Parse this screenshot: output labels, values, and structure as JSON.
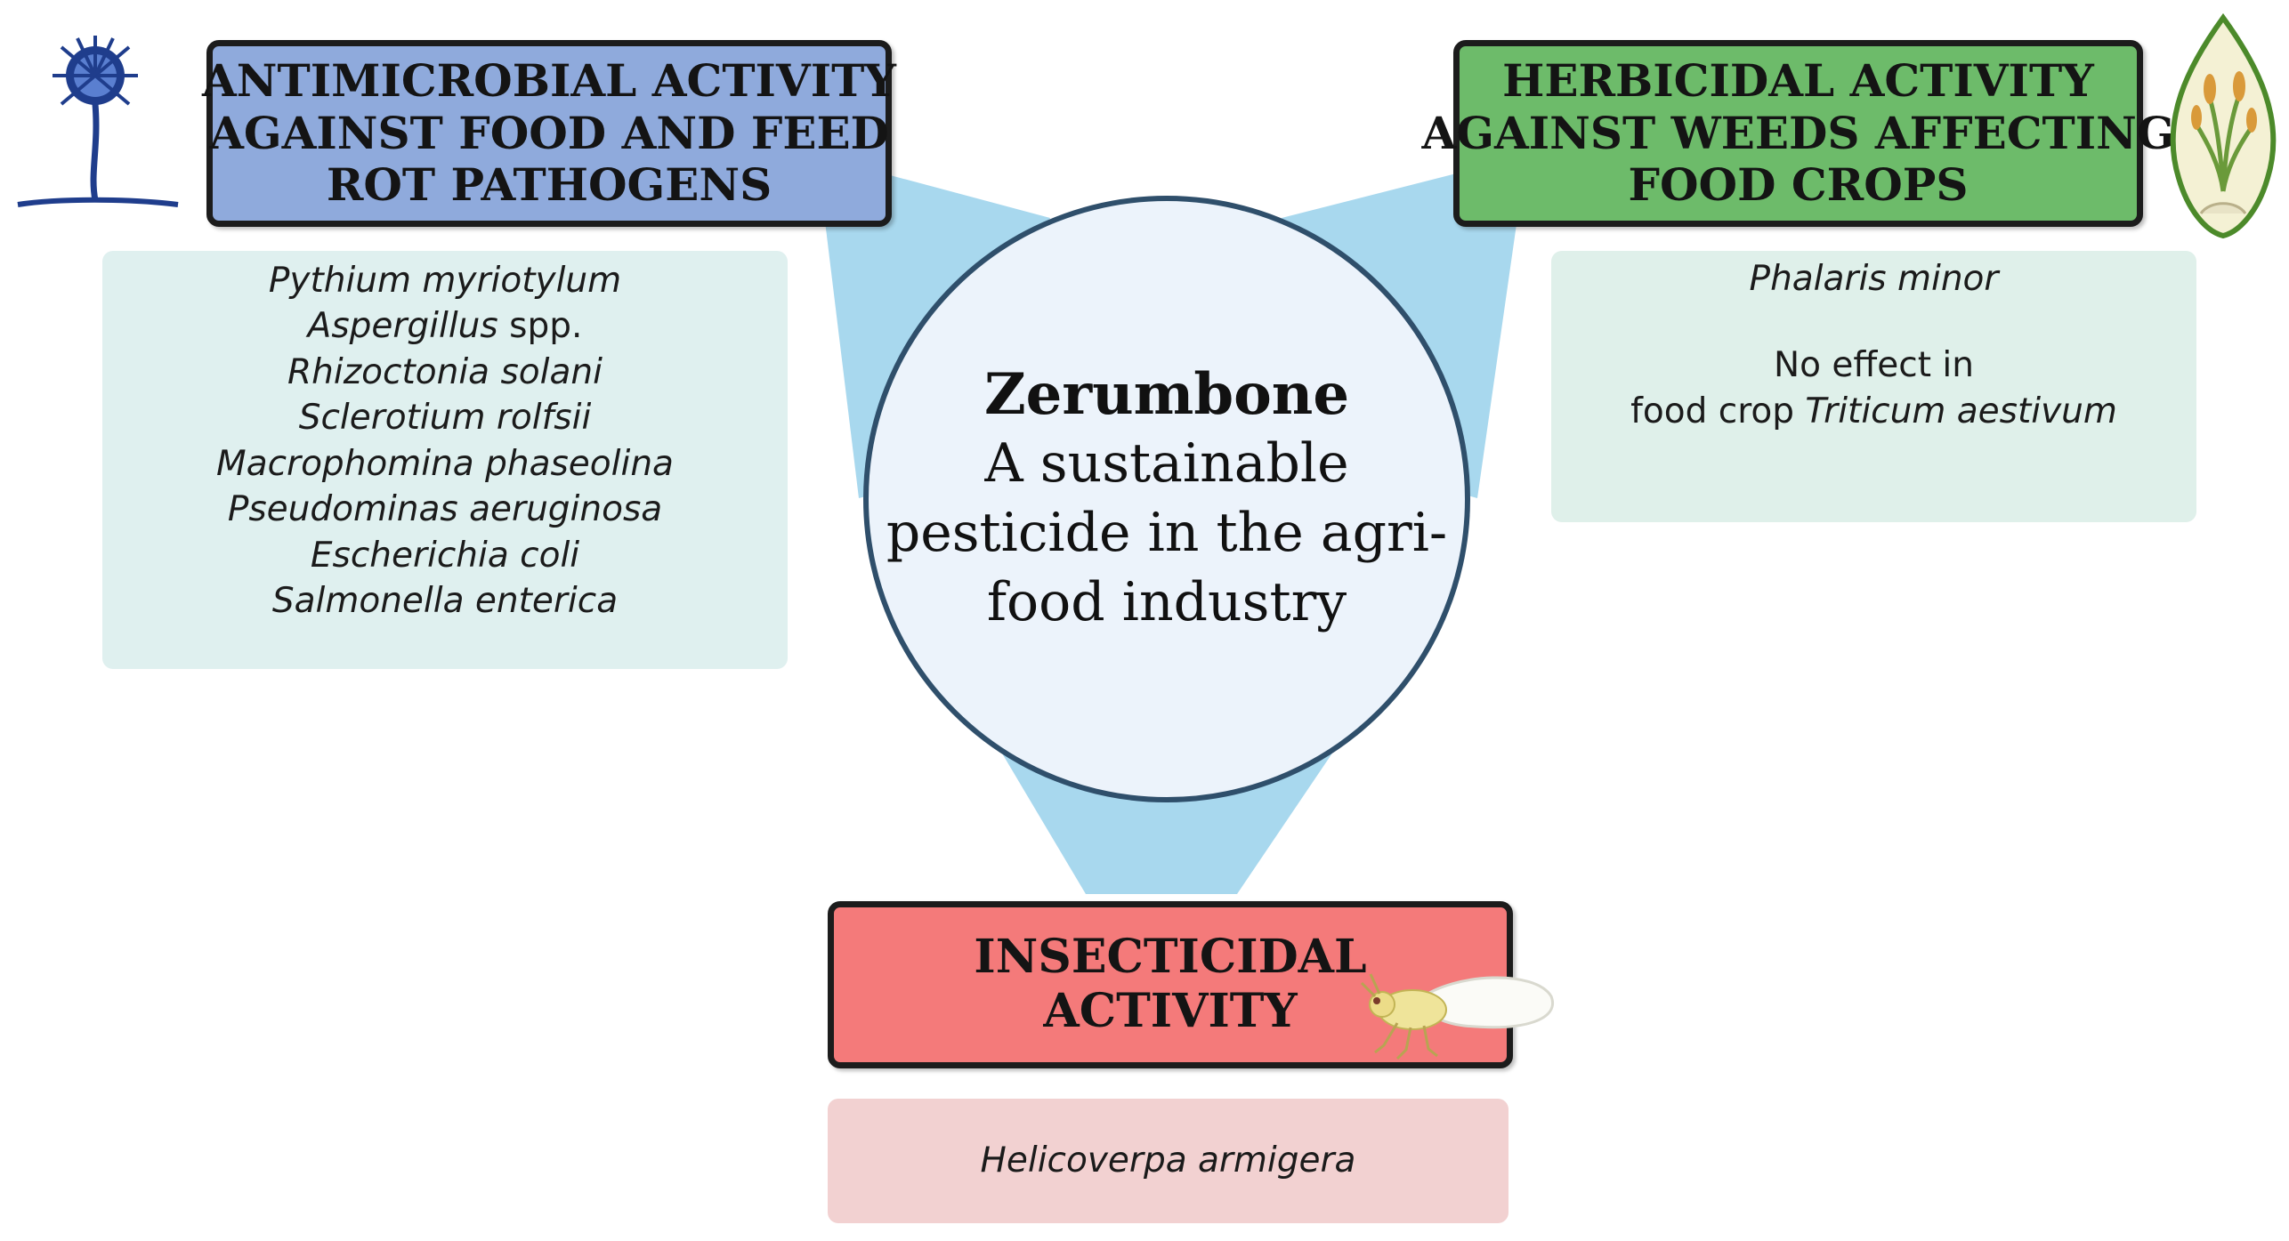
{
  "center": {
    "heading": "Zerumbone",
    "lines": [
      "A sustainable",
      "pesticide in the agri-",
      "food industry"
    ]
  },
  "antimicrobial": {
    "title_lines": [
      "ANTIMICROBIAL ACTIVITY",
      "AGAINST FOOD AND FEED",
      "ROT PATHOGENS"
    ],
    "organisms": [
      {
        "name": "Pythium myriotylum",
        "suffix": ""
      },
      {
        "name": "Aspergillus",
        "suffix": " spp."
      },
      {
        "name": "Rhizoctonia solani",
        "suffix": ""
      },
      {
        "name": "Sclerotium rolfsii",
        "suffix": ""
      },
      {
        "name": "Macrophomina phaseolina",
        "suffix": ""
      },
      {
        "name": "Pseudominas aeruginosa",
        "suffix": ""
      },
      {
        "name": "Escherichia coli",
        "suffix": ""
      },
      {
        "name": "Salmonella enterica",
        "suffix": ""
      }
    ]
  },
  "herbicidal": {
    "title_lines": [
      "HERBICIDAL ACTIVITY",
      "AGAINST WEEDS AFFECTING",
      "FOOD CROPS"
    ],
    "target": "Phalaris minor",
    "no_effect_line1": "No effect in",
    "no_effect_prefix": "food crop ",
    "no_effect_species": "Triticum aestivum"
  },
  "insecticidal": {
    "title_lines": [
      "INSECTICIDAL",
      "ACTIVITY"
    ],
    "target": "Helicoverpa armigera"
  },
  "icons": {
    "fungus": "fungus-mold-icon",
    "weed": "weed-leaf-icon",
    "insect": "whitefly-insect-icon"
  },
  "colors": {
    "antimicrobial": "#8faadc",
    "herbicidal": "#6dbb6a",
    "insecticidal": "#f47a7a",
    "connector": "#a8d8ee"
  }
}
